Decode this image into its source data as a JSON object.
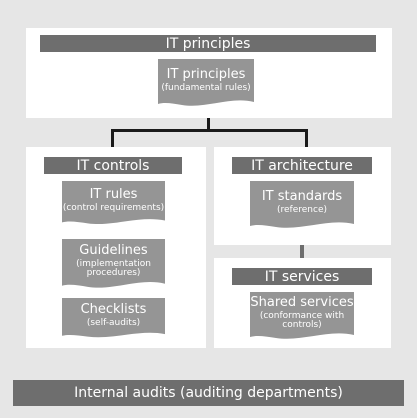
{
  "principles": {
    "header": "IT principles",
    "doc_title": "IT principles",
    "doc_sub": "(fundamental rules)"
  },
  "controls": {
    "header": "IT controls",
    "docs": [
      {
        "title": "IT rules",
        "sub": "(control requirements)"
      },
      {
        "title": "Guidelines",
        "sub": "(implementation procedures)"
      },
      {
        "title": "Checklists",
        "sub": "(self-audits)"
      }
    ]
  },
  "architecture": {
    "header": "IT architecture",
    "doc_title": "IT standards",
    "doc_sub": "(reference)"
  },
  "services": {
    "header": "IT services",
    "doc_title": "Shared services",
    "doc_sub": "(conformance with controls)"
  },
  "footer": "Internal audits (auditing departments)",
  "colors": {
    "background": "#e6e6e6",
    "panel": "#ffffff",
    "bar": "#6e6e6e",
    "document": "#959595",
    "connector": "#1a1a1a"
  }
}
